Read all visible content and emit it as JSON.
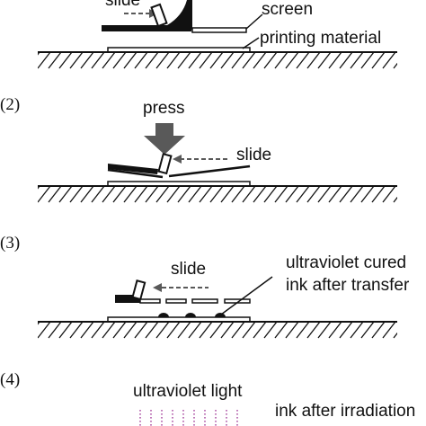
{
  "colors": {
    "ink": "#111111",
    "arrow_fill": "#595959",
    "uv_light": "#b05aa8"
  },
  "steps": [
    {
      "number": "",
      "labels": {
        "slide": "slide",
        "screen": "screen",
        "printing_material": "printing material"
      }
    },
    {
      "number": "(2)",
      "labels": {
        "press": "press",
        "slide": "slide"
      }
    },
    {
      "number": "(3)",
      "labels": {
        "slide": "slide",
        "ultraviolet_cured_line1": "ultraviolet cured",
        "ultraviolet_cured_line2": "ink after transfer"
      }
    },
    {
      "number": "(4)",
      "labels": {
        "ultraviolet_light": "ultraviolet light",
        "ink_after_irradiation": "ink after irradiation"
      }
    }
  ]
}
